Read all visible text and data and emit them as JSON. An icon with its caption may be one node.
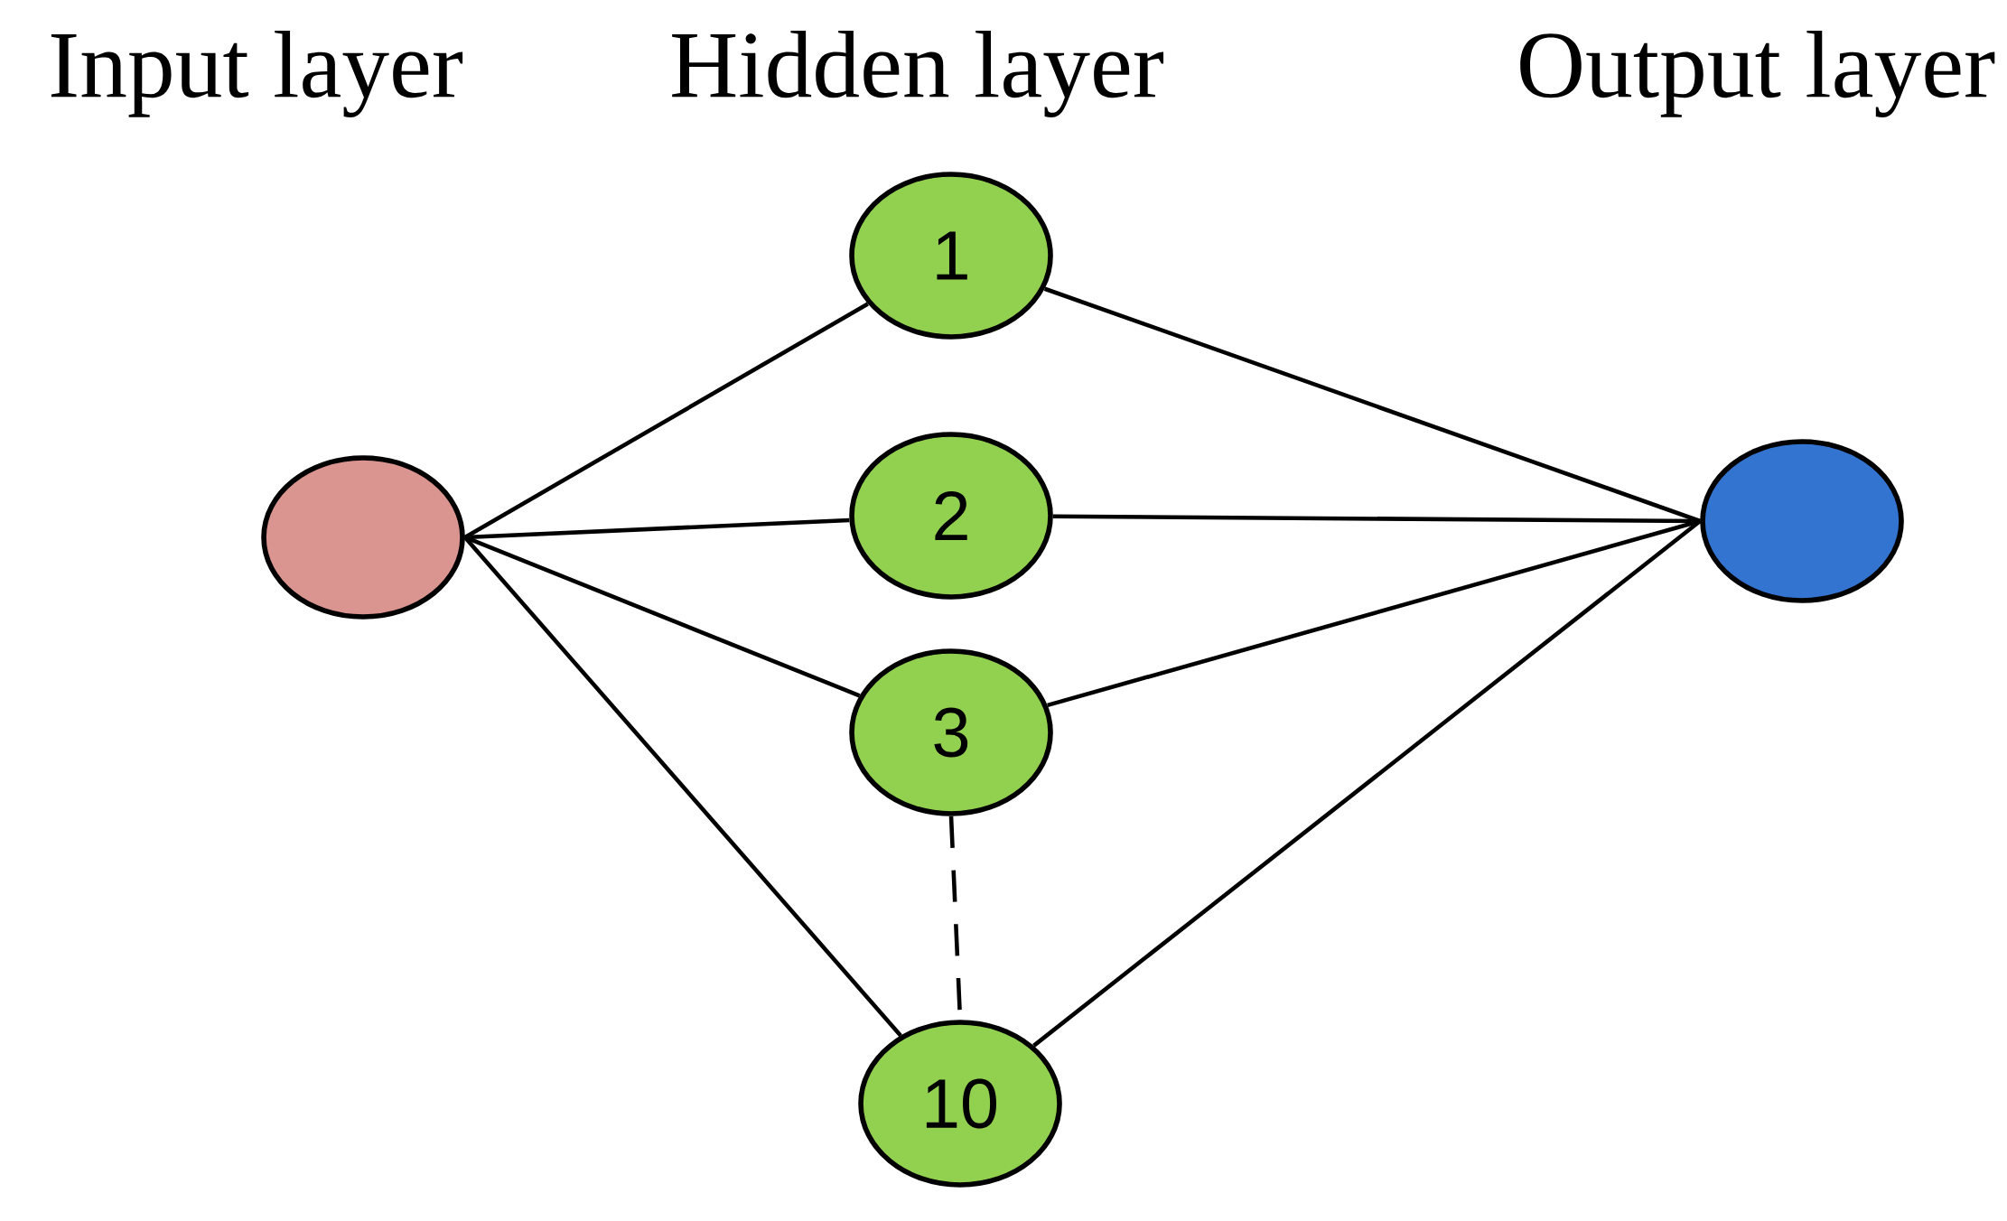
{
  "diagram": {
    "nodes": [
      {
        "text": [],
        "shape": "circle"
      },
      {
        "text": [
          "1"
        ]
      },
      {
        "text": [
          "2"
        ]
      },
      {
        "text": [
          "3"
        ]
      },
      {
        "text": [
          "10"
        ]
      },
      {
        "text": [],
        "shape": "circle"
      }
    ],
    "edges": [
      {
        "from": 0,
        "to": 1,
        "arrow": "none"
      },
      {
        "from": 0,
        "to": 2,
        "arrow": "none"
      },
      {
        "from": 0,
        "to": 3,
        "arrow": "none"
      },
      {
        "from": 0,
        "to": 4,
        "arrow": "none"
      },
      {
        "from": 1,
        "to": 5,
        "arrow": "none"
      },
      {
        "from": 2,
        "to": 5,
        "arrow": "none"
      },
      {
        "from": 3,
        "to": 5,
        "arrow": "none"
      },
      {
        "from": 4,
        "to": 5,
        "arrow": "none"
      },
      {
        "from": 3,
        "to": 4,
        "arrow": "none",
        "style": "dashed"
      }
    ],
    "labels": [
      "Input  layer",
      "Hidden  layer",
      "Output layer"
    ]
  }
}
